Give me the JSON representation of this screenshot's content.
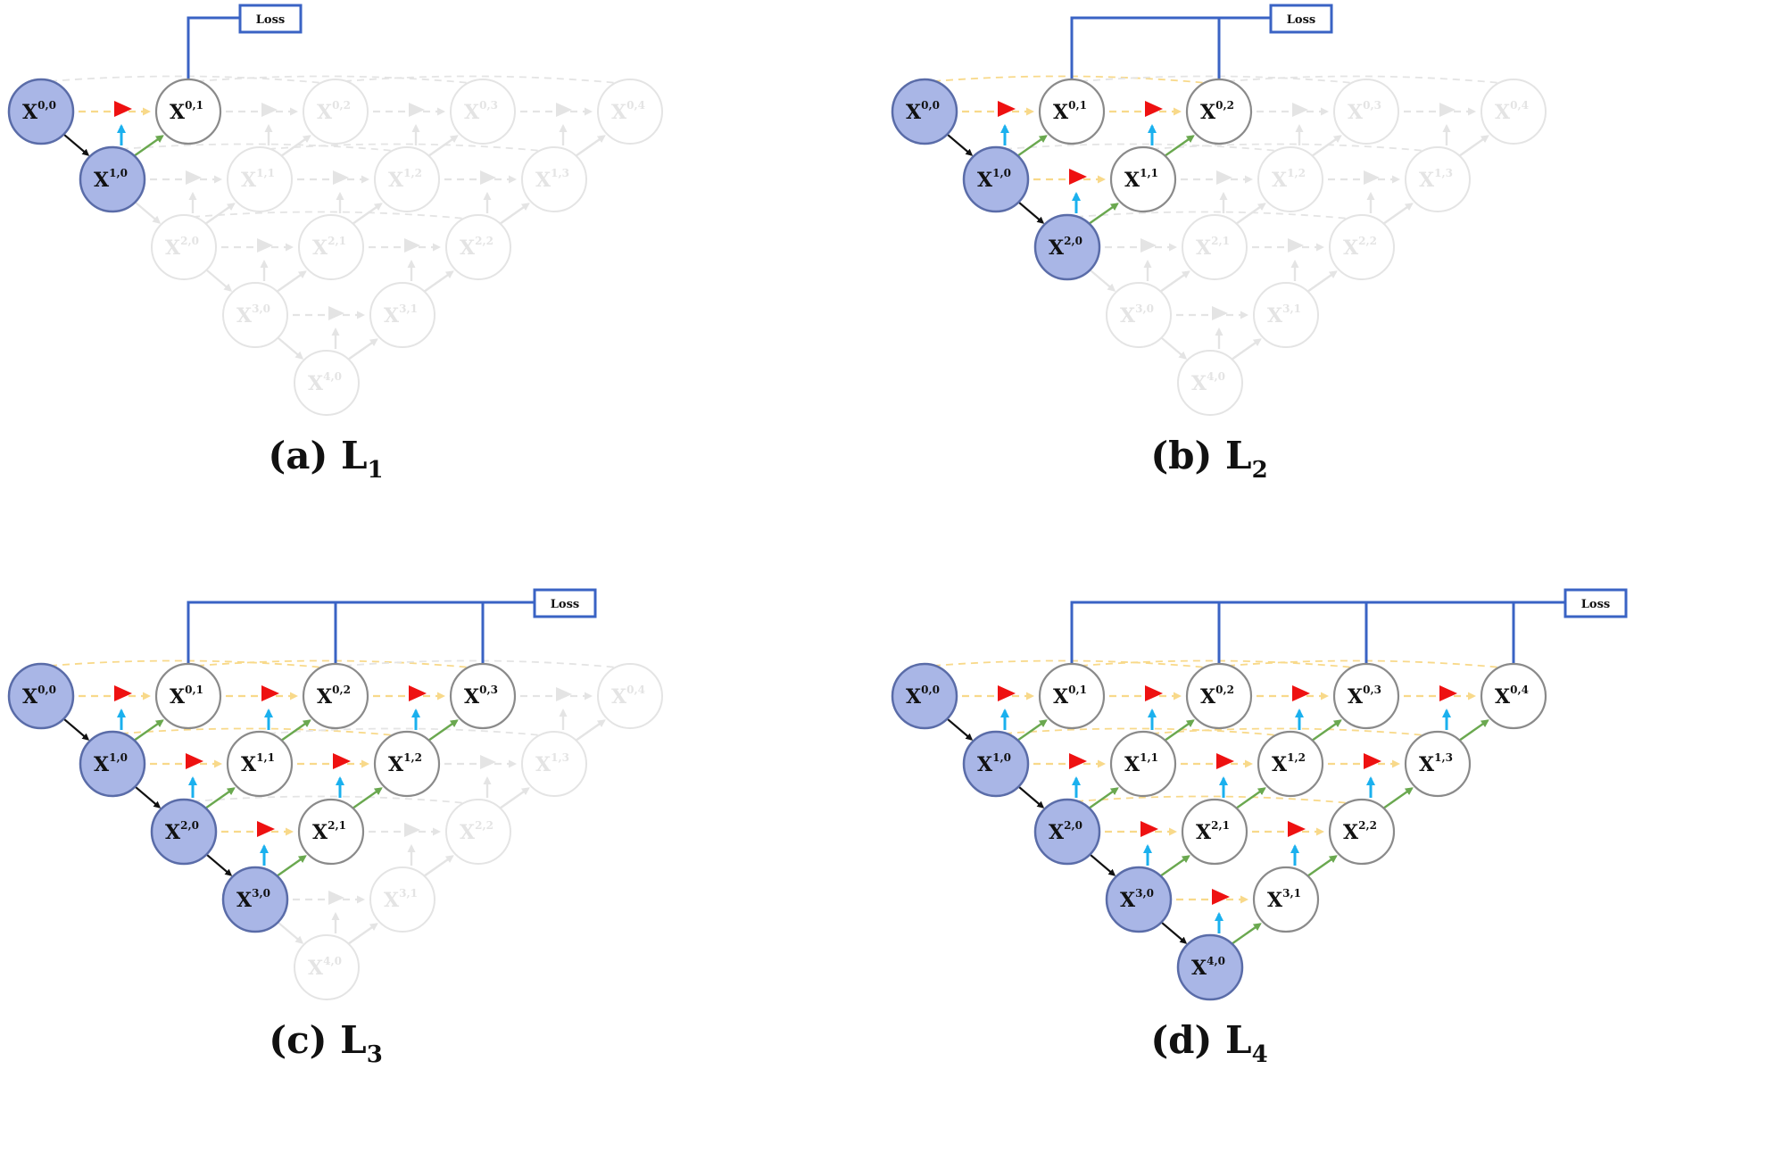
{
  "panels": [
    {
      "id": "a",
      "caption": {
        "prefix": "(a)",
        "letter": "L",
        "sub": "1"
      },
      "level": 1,
      "loss": "Loss"
    },
    {
      "id": "b",
      "caption": {
        "prefix": "(b)",
        "letter": "L",
        "sub": "2"
      },
      "level": 2,
      "loss": "Loss"
    },
    {
      "id": "c",
      "caption": {
        "prefix": "(c)",
        "letter": "L",
        "sub": "3"
      },
      "level": 3,
      "loss": "Loss"
    },
    {
      "id": "d",
      "caption": {
        "prefix": "(d)",
        "letter": "L",
        "sub": "4"
      },
      "level": 4,
      "loss": "Loss"
    }
  ],
  "node_text": {
    "base": "X",
    "sup_pattern": "{i},{j}",
    "star_suffix": "*"
  },
  "colors": {
    "encoder_fill": "#a9b6e6",
    "encoder_stroke": "#5a6ca8",
    "star_fill": "#d7e0f2",
    "star_stroke": "#9aa6c8",
    "star_text": "#c8961a",
    "decoder_fill": "#ffffff",
    "decoder_stroke": "#8a8a8a",
    "faded": "#e4e4e4",
    "skip_dashed": "#f8d98a",
    "up_arrow": "#1ab0ee",
    "pruning_flag": "#ee1111",
    "green_arrow": "#6aa84f",
    "down_arrow": "#111111",
    "loss_line": "#3a63c4"
  }
}
